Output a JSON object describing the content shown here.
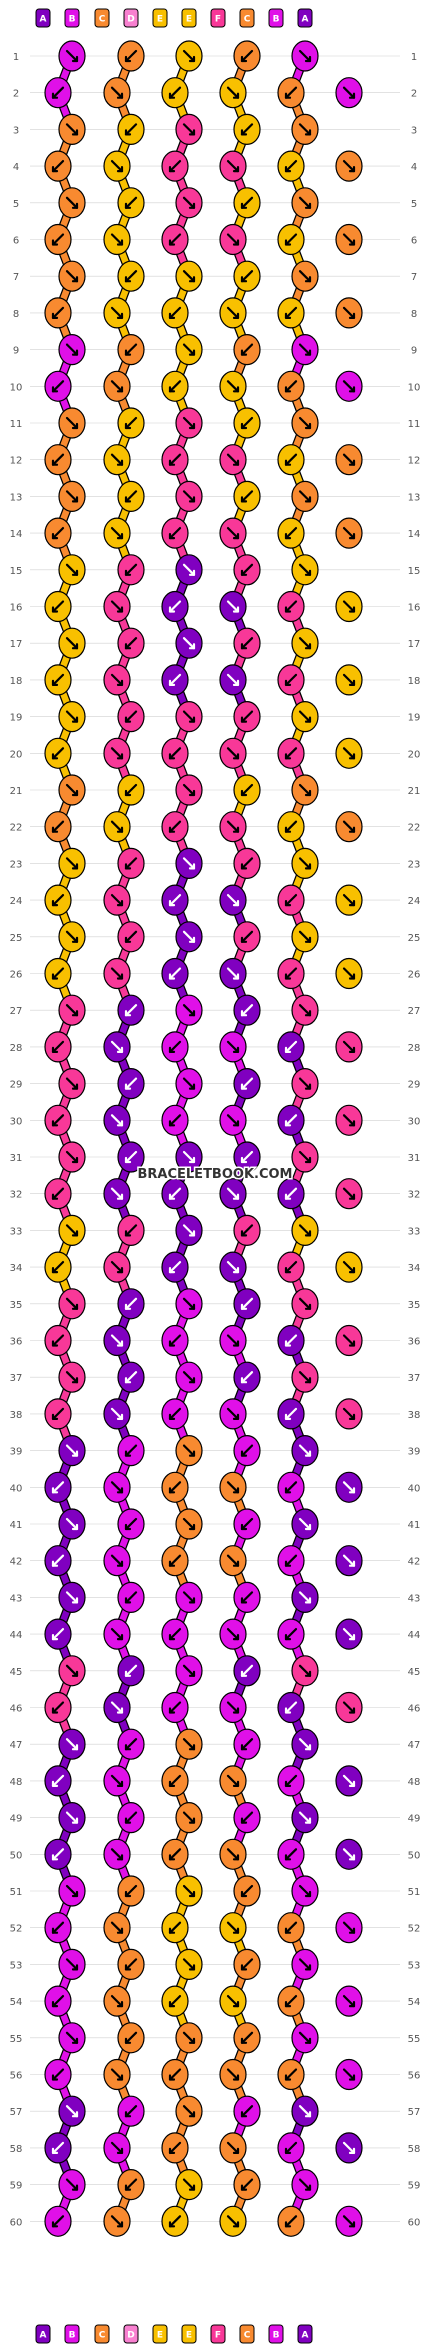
{
  "watermark": "BRACELETBOOK.COM",
  "rows": 60,
  "colors": {
    "A": "#8000c0",
    "B": "#e010e8",
    "C": "#f88a30",
    "D": "#f880d0",
    "E": "#f8c000",
    "F": "#f83898",
    "background": "#ffffff",
    "outline": "#000000",
    "row_line": "#d0d0d0"
  },
  "strands_top": [
    "A",
    "B",
    "C",
    "D",
    "E",
    "E",
    "F",
    "C",
    "B",
    "A"
  ],
  "strands_bottom": [
    "A",
    "B",
    "C",
    "D",
    "E",
    "E",
    "F",
    "C",
    "B",
    "A"
  ],
  "knot_palette": [
    "B",
    "C",
    "E",
    "F",
    "A"
  ],
  "knot_grid": [
    "B C E C B",
    "C E F E C",
    "C E F E C",
    "C E E E C",
    "B C E C B",
    "C E F E C",
    "C E F E C",
    "E F A F E",
    "E F A F E",
    "E F F F E",
    "C E F E C",
    "E F A F E",
    "E F A F E",
    "F A B A F",
    "F A B A F",
    "F A A A F",
    "E F A F E",
    "F A B A F",
    "F A B A F",
    "A B C B A",
    "A B C B A",
    "A B B B A",
    "F A B A F",
    "A B C B A",
    "A B C B A",
    "B C E C B",
    "B C E C B",
    "B C C C B",
    "A B C B A",
    "B C E C B"
  ],
  "icons": {
    "knot": "knot-circle-icon",
    "arrow_left": "arrow-down-left-icon",
    "arrow_right": "arrow-down-right-icon"
  }
}
